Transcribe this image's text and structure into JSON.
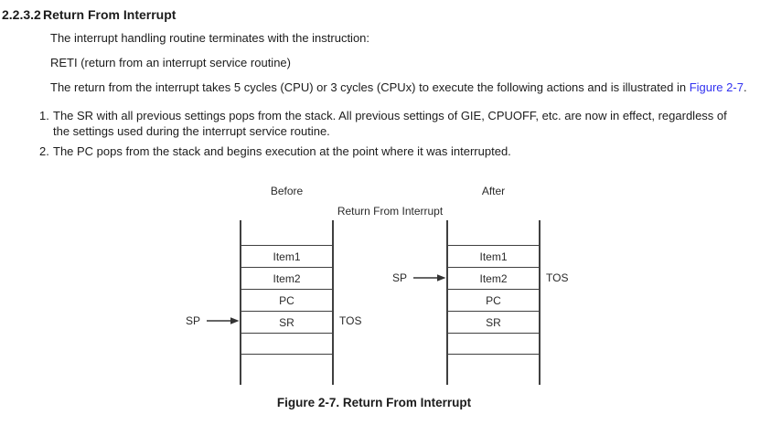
{
  "heading": {
    "number": "2.2.3.2",
    "title": "Return From Interrupt"
  },
  "paragraphs": {
    "p1": "The interrupt handling routine terminates with the instruction:",
    "p2": "RETI (return from an interrupt service routine)",
    "p3_before_link": "The return from the interrupt takes 5 cycles (CPU) or 3 cycles (CPUx) to execute the following actions and is illustrated in ",
    "p3_link": "Figure 2-7",
    "p3_after_link": "."
  },
  "list": [
    {
      "number": "1.",
      "text": "The SR with all previous settings pops from the stack. All previous settings of GIE, CPUOFF, etc. are now in effect, regardless of the settings used during the interrupt service routine."
    },
    {
      "number": "2.",
      "text": "The PC pops from the stack and begins execution at the point where it was interrupted."
    }
  ],
  "figure": {
    "before_label": "Before",
    "after_label": "After",
    "transition_label": "Return From Interrupt",
    "sp_label": "SP",
    "tos_label": "TOS",
    "before_stack": {
      "rows": [
        "Item1",
        "Item2",
        "PC",
        "SR",
        ""
      ]
    },
    "after_stack": {
      "rows": [
        "Item1",
        "Item2",
        "PC",
        "SR",
        ""
      ]
    },
    "caption": "Figure 2-7. Return From Interrupt"
  },
  "colors": {
    "link_blue": "#3232f0",
    "text": "#1c1c1c",
    "diagram_line": "#404040"
  }
}
